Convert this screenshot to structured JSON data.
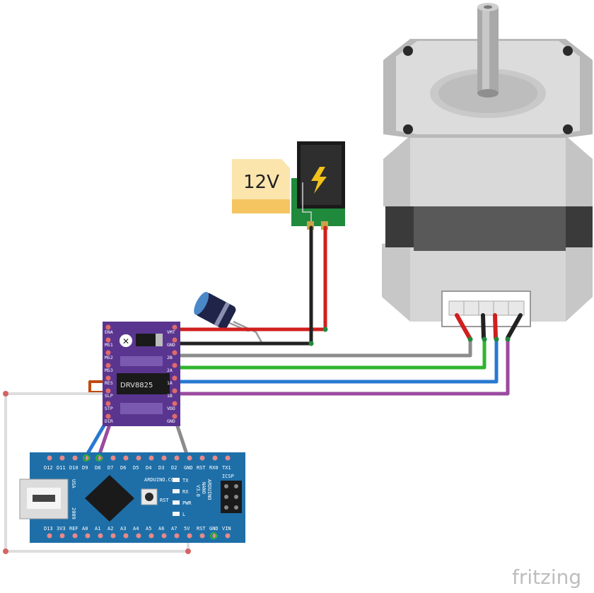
{
  "power": {
    "label": "12V"
  },
  "driver": {
    "chip": "DRV8825",
    "left_pins": [
      "ENA",
      "MS1",
      "MS2",
      "MS3",
      "RES",
      "SLP",
      "STP",
      "DIR"
    ],
    "right_pins": [
      "VMT",
      "GND",
      "2B",
      "2A",
      "1A",
      "1B",
      "VDD",
      "GND"
    ]
  },
  "arduino": {
    "top_pins": [
      "D12",
      "D11",
      "D10",
      "D9",
      "D8",
      "D7",
      "D6",
      "D5",
      "D4",
      "D3",
      "D2",
      "GND",
      "RST",
      "RX0",
      "TX1"
    ],
    "bottom_pins": [
      "D13",
      "3V3",
      "REF",
      "A0",
      "A1",
      "A2",
      "A3",
      "A4",
      "A5",
      "A6",
      "A7",
      "5V",
      "RST",
      "GND",
      "VIN"
    ],
    "brand": "ARDUINO.CC",
    "model_line1": "ARDUINO",
    "model_line2": "NANO",
    "version": "V3.0",
    "year": "2009",
    "usa": "USA",
    "icsp": "ICSP",
    "rst_btn": "RST",
    "leds": [
      "TX",
      "RX",
      "PWR",
      "L"
    ]
  },
  "watermark": "fritzing",
  "colors": {
    "wire_red": "#d11f1f",
    "wire_black": "#222222",
    "wire_gray": "#8c8c8c",
    "wire_green": "#2fb52f",
    "wire_blue": "#2878d0",
    "wire_purple": "#9a4aa0",
    "driver_board": "#5a3590",
    "arduino_board": "#1e6fa8"
  }
}
